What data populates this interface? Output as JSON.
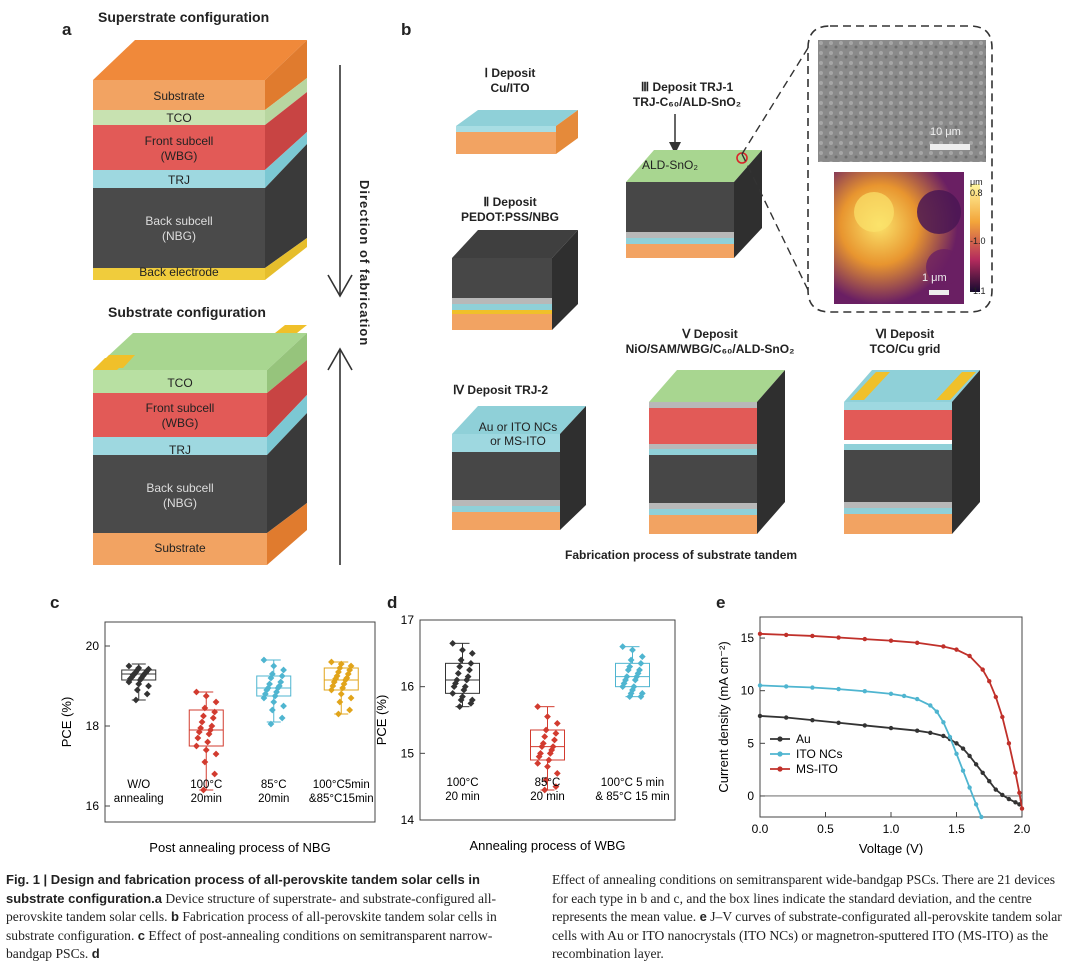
{
  "panel_a": {
    "letter": "a",
    "super_title": "Superstrate  configuration",
    "super_layers": [
      "Substrate",
      "TCO",
      "Front subcell",
      "(WBG)",
      "TRJ",
      "Back subcell",
      "(NBG)",
      "Back electrode"
    ],
    "sub_title": "Substrate configuration",
    "sub_layers": [
      "TCO",
      "Front subcell",
      "(WBG)",
      "TRJ",
      "Back subcell",
      "(NBG)",
      "Substrate"
    ],
    "direction_label": "Direction   of   fabrication"
  },
  "panel_b": {
    "letter": "b",
    "step1": [
      "Ⅰ Deposit",
      "Cu/ITO"
    ],
    "step2": [
      "Ⅱ Deposit",
      "PEDOT:PSS/NBG"
    ],
    "step3": [
      "Ⅲ Deposit TRJ-1",
      "TRJ-C₆₀/ALD-SnO₂"
    ],
    "step3_layer": "ALD-SnO₂",
    "step4": "Ⅳ Deposit TRJ-2",
    "step4_layer": [
      "Au or ITO NCs",
      "or MS-ITO"
    ],
    "step5": [
      "Ⅴ Deposit",
      "NiO/SAM/WBG/C₆₀/ALD-SnO₂"
    ],
    "step6": [
      "Ⅵ Deposit",
      "TCO/Cu grid"
    ],
    "sem_scale": "10 μm",
    "afm_scale": "1 μm",
    "afm_unit": "μm",
    "afm_ticks": [
      "0.8",
      "-1.0",
      "-1.1"
    ],
    "bottom_title": "Fabrication process of substrate tandem"
  },
  "chart_data": [
    {
      "type": "box",
      "panel": "c",
      "categories": [
        "W/O annealing",
        "100°C 20min",
        "85°C 20min",
        "100°C5min &85°C15min"
      ],
      "category_lines": [
        [
          "W/O",
          "annealing"
        ],
        [
          "100°C",
          "20min"
        ],
        [
          "85°C",
          "20min"
        ],
        [
          "100°C5min",
          "&85°C15min"
        ]
      ],
      "colors": [
        "#333333",
        "#d23b2f",
        "#4fb5d0",
        "#e1a41a"
      ],
      "box": [
        [
          19.15,
          19.4
        ],
        [
          17.5,
          18.4
        ],
        [
          18.75,
          19.25
        ],
        [
          18.9,
          19.45
        ]
      ],
      "median": [
        19.3,
        17.9,
        18.95,
        19.15
      ],
      "whisker": [
        [
          18.65,
          19.55
        ],
        [
          16.4,
          18.85
        ],
        [
          18.1,
          19.65
        ],
        [
          18.3,
          19.6
        ]
      ],
      "points": [
        [
          19.5,
          19.45,
          19.42,
          19.4,
          19.38,
          19.35,
          19.33,
          19.3,
          19.3,
          19.28,
          19.25,
          19.22,
          19.2,
          19.18,
          19.15,
          19.1,
          19.05,
          19.0,
          18.9,
          18.8,
          18.65
        ],
        [
          18.85,
          18.75,
          18.6,
          18.45,
          18.35,
          18.25,
          18.2,
          18.1,
          18.0,
          17.95,
          17.9,
          17.85,
          17.8,
          17.7,
          17.6,
          17.5,
          17.4,
          17.3,
          17.1,
          16.8,
          16.4
        ],
        [
          19.65,
          19.5,
          19.4,
          19.3,
          19.25,
          19.2,
          19.1,
          19.05,
          19.0,
          18.95,
          18.95,
          18.9,
          18.85,
          18.8,
          18.75,
          18.7,
          18.6,
          18.5,
          18.4,
          18.2,
          18.05
        ],
        [
          19.6,
          19.55,
          19.5,
          19.45,
          19.4,
          19.35,
          19.3,
          19.25,
          19.2,
          19.18,
          19.15,
          19.1,
          19.05,
          19.0,
          18.95,
          18.9,
          18.8,
          18.7,
          18.6,
          18.4,
          18.3
        ]
      ],
      "ylabel": "PCE (%)",
      "xlabel": "Post annealing process of NBG",
      "ylim": [
        15.6,
        20.6
      ],
      "yticks": [
        16,
        18,
        20
      ]
    },
    {
      "type": "box",
      "panel": "d",
      "categories": [
        "100°C 20 min",
        "85°C 20 min",
        "100°C 5 min & 85°C 15 min"
      ],
      "category_lines": [
        [
          "100°C",
          "20 min"
        ],
        [
          "85°C",
          "20 min"
        ],
        [
          "100°C 5 min",
          "& 85°C 15 min"
        ]
      ],
      "colors": [
        "#333333",
        "#d23b2f",
        "#4fb5d0"
      ],
      "box": [
        [
          15.9,
          16.35
        ],
        [
          14.9,
          15.35
        ],
        [
          16.0,
          16.35
        ]
      ],
      "median": [
        16.1,
        15.1,
        16.15
      ],
      "whisker": [
        [
          15.7,
          16.65
        ],
        [
          14.45,
          15.7
        ],
        [
          15.85,
          16.6
        ]
      ],
      "points": [
        [
          16.65,
          16.55,
          16.5,
          16.4,
          16.35,
          16.3,
          16.25,
          16.2,
          16.15,
          16.1,
          16.1,
          16.05,
          16.0,
          16.0,
          15.95,
          15.9,
          15.85,
          15.8,
          15.8,
          15.75,
          15.7
        ],
        [
          15.7,
          15.55,
          15.45,
          15.35,
          15.3,
          15.25,
          15.2,
          15.15,
          15.1,
          15.1,
          15.05,
          15.0,
          15.0,
          14.95,
          14.9,
          14.85,
          14.8,
          14.7,
          14.6,
          14.5,
          14.45
        ],
        [
          16.6,
          16.55,
          16.45,
          16.4,
          16.35,
          16.3,
          16.25,
          16.25,
          16.2,
          16.15,
          16.15,
          16.1,
          16.1,
          16.05,
          16.0,
          16.0,
          15.95,
          15.9,
          15.9,
          15.85,
          15.85
        ]
      ],
      "ylabel": "PCE (%)",
      "xlabel": "Annealing process of WBG",
      "ylim": [
        14,
        17
      ],
      "yticks": [
        14,
        15,
        16,
        17
      ]
    },
    {
      "type": "line",
      "panel": "e",
      "xlabel": "Voltage (V)",
      "ylabel": "Current density (mA cm⁻²)",
      "xlim": [
        0,
        2.0
      ],
      "ylim": [
        -2,
        17
      ],
      "xticks": [
        "0.0",
        "0.5",
        "1.0",
        "1.5",
        "2.0"
      ],
      "yticks": [
        0,
        5,
        10,
        15
      ],
      "series": [
        {
          "name": "Au",
          "color": "#333333",
          "x": [
            0,
            0.2,
            0.4,
            0.6,
            0.8,
            1.0,
            1.2,
            1.3,
            1.4,
            1.45,
            1.5,
            1.55,
            1.6,
            1.65,
            1.7,
            1.75,
            1.8,
            1.85,
            1.9,
            1.95,
            1.98
          ],
          "y": [
            7.6,
            7.45,
            7.2,
            6.95,
            6.7,
            6.45,
            6.2,
            6.0,
            5.7,
            5.4,
            5.0,
            4.5,
            3.8,
            3.0,
            2.2,
            1.4,
            0.6,
            0.1,
            -0.3,
            -0.6,
            -0.8
          ]
        },
        {
          "name": "ITO NCs",
          "color": "#4fb5d0",
          "x": [
            0,
            0.2,
            0.4,
            0.6,
            0.8,
            1.0,
            1.1,
            1.2,
            1.3,
            1.35,
            1.4,
            1.45,
            1.5,
            1.55,
            1.6,
            1.65,
            1.69
          ],
          "y": [
            10.5,
            10.4,
            10.3,
            10.15,
            9.95,
            9.7,
            9.5,
            9.2,
            8.6,
            8.0,
            7.0,
            5.6,
            4.0,
            2.4,
            0.8,
            -0.8,
            -2.0
          ]
        },
        {
          "name": "MS-ITO",
          "color": "#c0302a",
          "x": [
            0,
            0.2,
            0.4,
            0.6,
            0.8,
            1.0,
            1.2,
            1.4,
            1.5,
            1.6,
            1.7,
            1.75,
            1.8,
            1.85,
            1.9,
            1.95,
            1.98,
            2.0
          ],
          "y": [
            15.4,
            15.3,
            15.2,
            15.05,
            14.9,
            14.75,
            14.55,
            14.2,
            13.9,
            13.3,
            12.0,
            10.9,
            9.4,
            7.5,
            5.0,
            2.2,
            0.3,
            -1.2
          ]
        }
      ]
    }
  ],
  "panel_c": {
    "letter": "c"
  },
  "panel_d": {
    "letter": "d"
  },
  "panel_e": {
    "letter": "e"
  },
  "caption": {
    "fig_label": "Fig. 1 | Design and fabrication process of all-perovskite tandem solar cells in substrate configuration.",
    "a": "a",
    "a_text": " Device structure of superstrate- and substrate-configured all-perovskite tandem solar cells. ",
    "b": "b",
    "b_text": " Fabrication process of all-perovskite tandem solar cells in substrate configuration. ",
    "c": "c",
    "c_text": " Effect of post-annealing conditions on semitransparent narrow-bandgap PSCs. ",
    "d": "d",
    "d_text": " Effect of annealing conditions on semitransparent wide-bandgap PSCs. There are 21 devices for each type in b and c, and the box lines indicate the standard deviation, and the centre represents the mean value. ",
    "e": "e",
    "e_text": " J–V curves of substrate-configurated all-perovskite tandem solar cells with Au or ITO nanocrystals (ITO NCs) or magnetron-sputtered ITO (MS-ITO) as the recombination layer."
  }
}
